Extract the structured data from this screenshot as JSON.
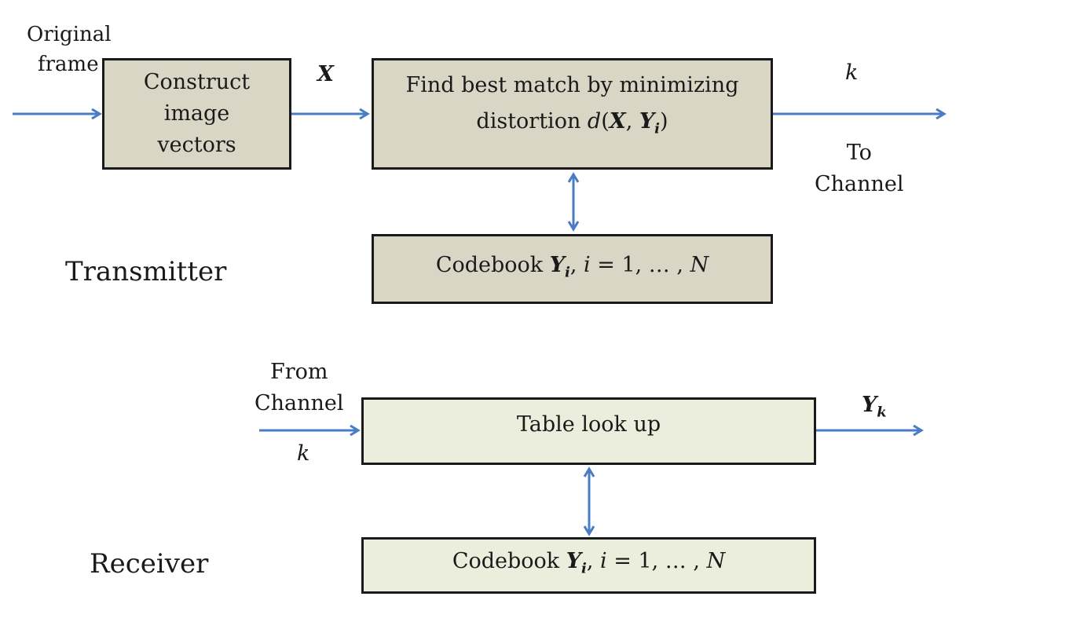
{
  "transmitter": {
    "section_label": "Transmitter",
    "input_label_line1": "Original",
    "input_label_line2": "frame",
    "construct_box": {
      "line1": "Construct",
      "line2": "image",
      "line3": "vectors"
    },
    "x_label": "X",
    "match_box": {
      "line1": "Find best match by minimizing",
      "line2_prefix": "distortion ",
      "line2_func": "d",
      "line2_open": "(",
      "line2_x": "X",
      "line2_comma": ", ",
      "line2_y": "Y",
      "line2_sub": "i",
      "line2_close": ")"
    },
    "output_index_label": "k",
    "output_label_line1": "To",
    "output_label_line2": "Channel",
    "codebook_box": {
      "prefix": "Codebook ",
      "y": "Y",
      "sub": "i",
      "comma": ", ",
      "i": "i",
      "eq": " = 1, … , ",
      "n": "N"
    }
  },
  "receiver": {
    "section_label": "Receiver",
    "input_label_line1": "From",
    "input_label_line2": "Channel",
    "input_index_label": "k",
    "lookup_box": {
      "text": "Table look up"
    },
    "output_y": "Y",
    "output_sub": "k",
    "codebook_box": {
      "prefix": "Codebook ",
      "y": "Y",
      "sub": "i",
      "comma": ", ",
      "i": "i",
      "eq": " = 1, … , ",
      "n": "N"
    }
  },
  "colors": {
    "arrow": "#4a7cc4",
    "tx_box_fill": "#dad6c6",
    "rx_box_fill": "#ebeedd",
    "border": "#1a1a1a"
  }
}
